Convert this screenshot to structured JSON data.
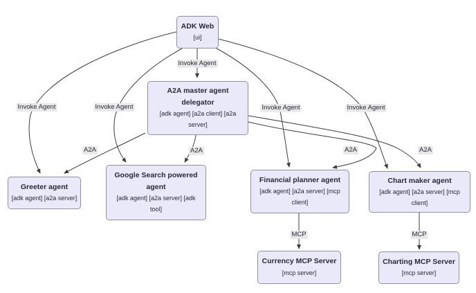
{
  "diagram": {
    "type": "flowchart",
    "colors": {
      "background": "#ffffff",
      "node_fill": "#e9e9f9",
      "node_border": "#8f8fa3",
      "edge": "#3d3d3d",
      "label_bg": "#e8e8e8",
      "text": "#29293d"
    },
    "nodes": [
      {
        "id": "adk-web",
        "title": "ADK Web",
        "subtitle": "[ui]"
      },
      {
        "id": "a2a-master-agent-delegator",
        "title": "A2A master agent delegator",
        "subtitle": "[adk agent] [a2a client] [a2a server]"
      },
      {
        "id": "greeter-agent",
        "title": "Greeter agent",
        "subtitle": "[adk agent] [a2a server]"
      },
      {
        "id": "google-search-powered-agent",
        "title": "Google Search powered agent",
        "subtitle": "[adk agent] [a2a server] [adk tool]"
      },
      {
        "id": "financial-planner-agent",
        "title": "Financial planner agent",
        "subtitle": "[adk agent] [a2a server] [mcp client]"
      },
      {
        "id": "chart-maker-agent",
        "title": "Chart maker agent",
        "subtitle": "[adk agent] [a2a server] [mcp client]"
      },
      {
        "id": "currency-mcp-server",
        "title": "Currency MCP Server",
        "subtitle": "[mcp server]"
      },
      {
        "id": "charting-mcp-server",
        "title": "Charting MCP Server",
        "subtitle": "[mcp server]"
      }
    ],
    "edges": [
      {
        "from": "adk-web",
        "to": "a2a-master-agent-delegator",
        "label": "Invoke Agent"
      },
      {
        "from": "adk-web",
        "to": "greeter-agent",
        "label": "Invoke Agent"
      },
      {
        "from": "adk-web",
        "to": "google-search-powered-agent",
        "label": "Invoke Agent"
      },
      {
        "from": "adk-web",
        "to": "financial-planner-agent",
        "label": "Invoke Agent"
      },
      {
        "from": "adk-web",
        "to": "chart-maker-agent",
        "label": "Invoke Agent"
      },
      {
        "from": "a2a-master-agent-delegator",
        "to": "greeter-agent",
        "label": "A2A"
      },
      {
        "from": "a2a-master-agent-delegator",
        "to": "google-search-powered-agent",
        "label": "A2A"
      },
      {
        "from": "a2a-master-agent-delegator",
        "to": "financial-planner-agent",
        "label": "A2A"
      },
      {
        "from": "a2a-master-agent-delegator",
        "to": "chart-maker-agent",
        "label": "A2A"
      },
      {
        "from": "financial-planner-agent",
        "to": "currency-mcp-server",
        "label": "MCP"
      },
      {
        "from": "chart-maker-agent",
        "to": "charting-mcp-server",
        "label": "MCP"
      }
    ]
  }
}
